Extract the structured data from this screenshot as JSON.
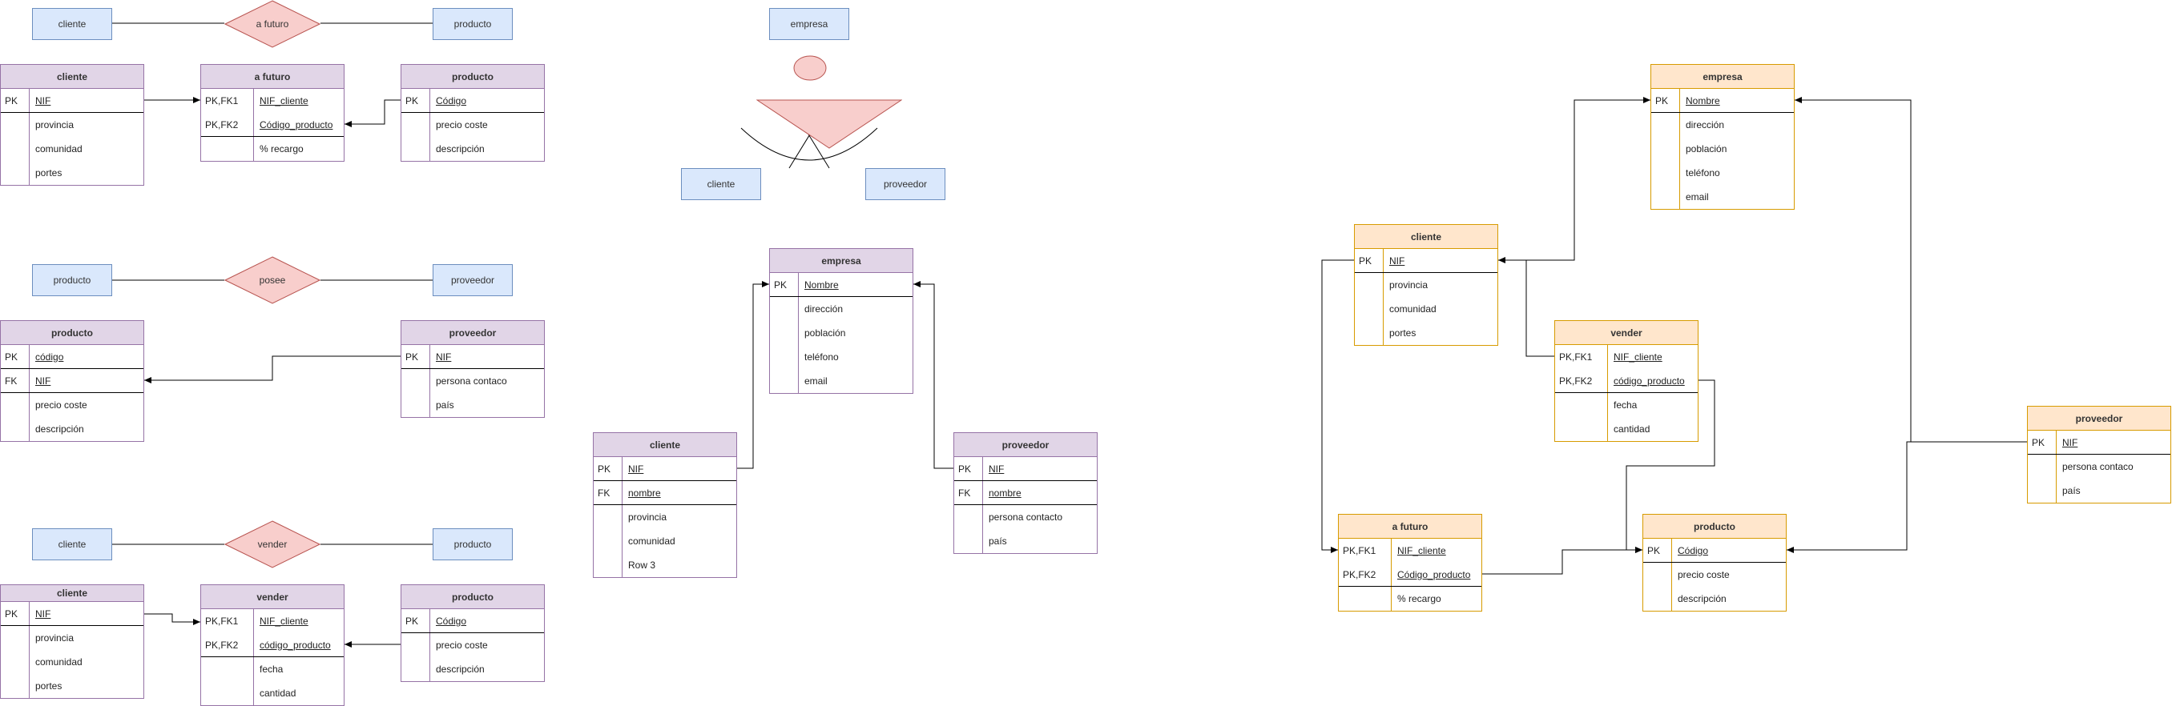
{
  "colors": {
    "entity_fill": "#dae8fc",
    "entity_stroke": "#6c8ebf",
    "relationship_fill": "#f8cecc",
    "relationship_stroke": "#b85450",
    "table_purple_fill": "#e1d5e7",
    "table_purple_stroke": "#9673a6",
    "table_orange_fill": "#ffe6cc",
    "table_orange_stroke": "#d79b00",
    "line": "#000000"
  },
  "chen": {
    "afuturo": {
      "left": "cliente",
      "rel": "a futuro",
      "right": "producto"
    },
    "posee": {
      "left": "producto",
      "rel": "posee",
      "right": "proveedor"
    },
    "vender": {
      "left": "cliente",
      "rel": "vender",
      "right": "producto"
    },
    "herencia": {
      "parent": "empresa",
      "child_left": "cliente",
      "child_right": "proveedor"
    }
  },
  "tables": {
    "t1_cliente": {
      "title": "cliente",
      "rows": [
        {
          "key": "PK",
          "field": "NIF"
        },
        {
          "key": "",
          "field": "provincia"
        },
        {
          "key": "",
          "field": "comunidad"
        },
        {
          "key": "",
          "field": "portes"
        }
      ]
    },
    "t1_afuturo": {
      "title": "a futuro",
      "rows": [
        {
          "key": "PK,FK1",
          "field": "NIF_cliente"
        },
        {
          "key": "PK,FK2",
          "field": "Código_producto"
        },
        {
          "key": "",
          "field": "% recargo"
        }
      ]
    },
    "t1_producto": {
      "title": "producto",
      "rows": [
        {
          "key": "PK",
          "field": "Código"
        },
        {
          "key": "",
          "field": "precio coste"
        },
        {
          "key": "",
          "field": "descripción"
        }
      ]
    },
    "t2_producto": {
      "title": "producto",
      "rows": [
        {
          "key": "PK",
          "field": "código"
        },
        {
          "key": "FK",
          "field": "NIF"
        },
        {
          "key": "",
          "field": "precio coste"
        },
        {
          "key": "",
          "field": "descripción"
        }
      ]
    },
    "t2_proveedor": {
      "title": "proveedor",
      "rows": [
        {
          "key": "PK",
          "field": "NIF"
        },
        {
          "key": "",
          "field": "persona contaco"
        },
        {
          "key": "",
          "field": "país"
        }
      ]
    },
    "t3_cliente": {
      "title": "cliente",
      "rows": [
        {
          "key": "PK",
          "field": "NIF"
        },
        {
          "key": "",
          "field": "provincia"
        },
        {
          "key": "",
          "field": "comunidad"
        },
        {
          "key": "",
          "field": "portes"
        }
      ]
    },
    "t3_vender": {
      "title": "vender",
      "rows": [
        {
          "key": "PK,FK1",
          "field": "NIF_cliente"
        },
        {
          "key": "PK,FK2",
          "field": "código_producto"
        },
        {
          "key": "",
          "field": "fecha"
        },
        {
          "key": "",
          "field": "cantidad"
        }
      ]
    },
    "t3_producto": {
      "title": "producto",
      "rows": [
        {
          "key": "PK",
          "field": "Código"
        },
        {
          "key": "",
          "field": "precio coste"
        },
        {
          "key": "",
          "field": "descripción"
        }
      ]
    },
    "t4_empresa": {
      "title": "empresa",
      "rows": [
        {
          "key": "PK",
          "field": "Nombre"
        },
        {
          "key": "",
          "field": "dirección"
        },
        {
          "key": "",
          "field": "población"
        },
        {
          "key": "",
          "field": "teléfono"
        },
        {
          "key": "",
          "field": "email"
        }
      ]
    },
    "t4_cliente": {
      "title": "cliente",
      "rows": [
        {
          "key": "PK",
          "field": "NIF"
        },
        {
          "key": "FK",
          "field": "nombre"
        },
        {
          "key": "",
          "field": "provincia"
        },
        {
          "key": "",
          "field": "comunidad"
        },
        {
          "key": "",
          "field": "Row 3"
        }
      ]
    },
    "t4_proveedor": {
      "title": "proveedor",
      "rows": [
        {
          "key": "PK",
          "field": "NIF"
        },
        {
          "key": "FK",
          "field": "nombre"
        },
        {
          "key": "",
          "field": "persona contacto"
        },
        {
          "key": "",
          "field": "país"
        }
      ]
    },
    "f_empresa": {
      "title": "empresa",
      "rows": [
        {
          "key": "PK",
          "field": "Nombre"
        },
        {
          "key": "",
          "field": "dirección"
        },
        {
          "key": "",
          "field": "población"
        },
        {
          "key": "",
          "field": "teléfono"
        },
        {
          "key": "",
          "field": "email"
        }
      ]
    },
    "f_cliente": {
      "title": "cliente",
      "rows": [
        {
          "key": "PK",
          "field": "NIF"
        },
        {
          "key": "",
          "field": "provincia"
        },
        {
          "key": "",
          "field": "comunidad"
        },
        {
          "key": "",
          "field": "portes"
        }
      ]
    },
    "f_vender": {
      "title": "vender",
      "rows": [
        {
          "key": "PK,FK1",
          "field": "NIF_cliente"
        },
        {
          "key": "PK,FK2",
          "field": "código_producto"
        },
        {
          "key": "",
          "field": "fecha"
        },
        {
          "key": "",
          "field": "cantidad"
        }
      ]
    },
    "f_proveedor": {
      "title": "proveedor",
      "rows": [
        {
          "key": "PK",
          "field": "NIF"
        },
        {
          "key": "",
          "field": "persona contaco"
        },
        {
          "key": "",
          "field": "país"
        }
      ]
    },
    "f_afuturo": {
      "title": "a futuro",
      "rows": [
        {
          "key": "PK,FK1",
          "field": "NIF_cliente"
        },
        {
          "key": "PK,FK2",
          "field": "Código_producto"
        },
        {
          "key": "",
          "field": "% recargo"
        }
      ]
    },
    "f_producto": {
      "title": "producto",
      "rows": [
        {
          "key": "PK",
          "field": "Código"
        },
        {
          "key": "",
          "field": "precio coste"
        },
        {
          "key": "",
          "field": "descripción"
        }
      ]
    }
  }
}
